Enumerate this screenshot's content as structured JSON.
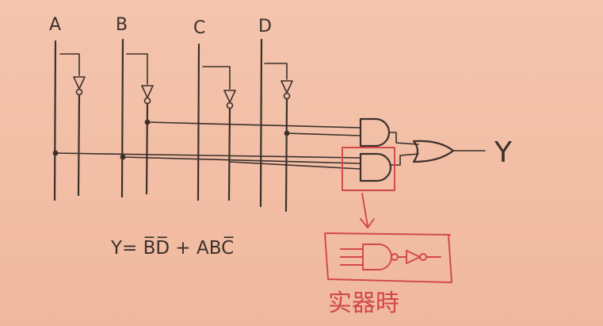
{
  "inputs": [
    {
      "label": "A"
    },
    {
      "label": "B"
    },
    {
      "label": "C"
    },
    {
      "label": "D"
    }
  ],
  "output_label": "Y",
  "equation": "Y= B̅D̅ + ABC̅",
  "red_note": "实器時",
  "colors": {
    "paper": "#f3c0a8",
    "ink": "#3b302b",
    "red_ink": "#d2474a"
  }
}
